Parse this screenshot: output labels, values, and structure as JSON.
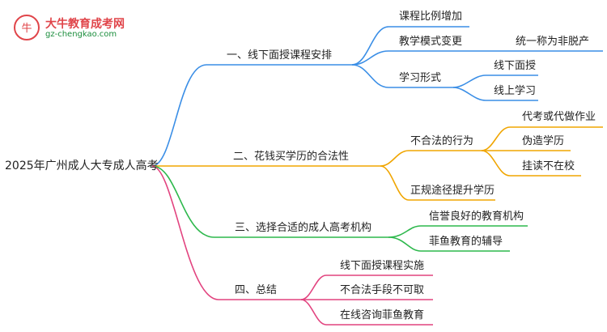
{
  "logo": {
    "name": "大牛教育成考网",
    "url": "gz-chengkao.com"
  },
  "colors": {
    "blue": "#3a8ee6",
    "orange": "#f0a500",
    "green": "#2db84c",
    "pink": "#e2437f"
  },
  "root": "2025年广州成人大专成人高考",
  "branches": [
    {
      "label": "一、线下面授课程安排",
      "children": [
        {
          "label": "课程比例增加"
        },
        {
          "label": "教学模式变更",
          "children": [
            "统一称为非脱产"
          ]
        },
        {
          "label": "学习形式",
          "children": [
            "线下面授",
            "线上学习"
          ]
        }
      ]
    },
    {
      "label": "二、花钱买学历的合法性",
      "children": [
        {
          "label": "不合法的行为",
          "children": [
            "代考或代做作业",
            "伪造学历",
            "挂读不在校"
          ]
        },
        {
          "label": "正规途径提升学历"
        }
      ]
    },
    {
      "label": "三、选择合适的成人高考机构",
      "children": [
        {
          "label": "信誉良好的教育机构"
        },
        {
          "label": "菲鱼教育的辅导"
        }
      ]
    },
    {
      "label": "四、总结",
      "children": [
        {
          "label": "线下面授课程实施"
        },
        {
          "label": "不合法手段不可取"
        },
        {
          "label": "在线咨询菲鱼教育"
        }
      ]
    }
  ]
}
